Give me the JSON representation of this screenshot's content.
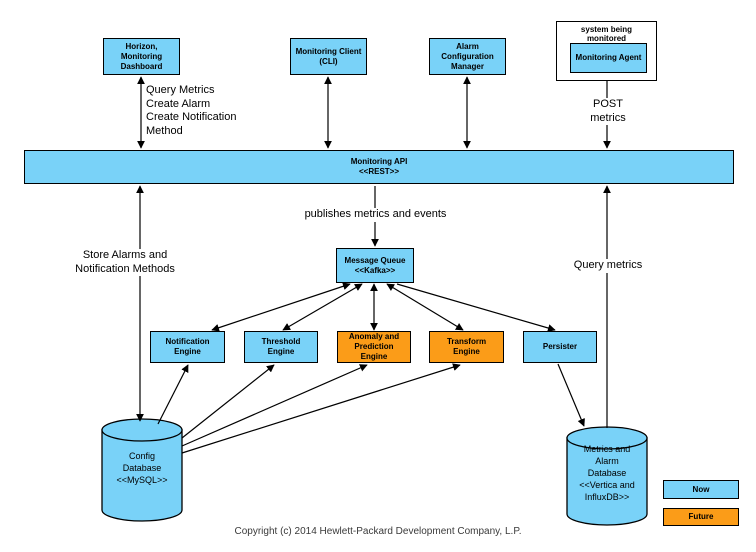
{
  "colors": {
    "blue": "#79D2F8",
    "orange": "#FB9C18",
    "line": "#000000"
  },
  "nodes": {
    "horizon": {
      "label": "Horizon,\nMonitoring\nDashboard"
    },
    "cli": {
      "label": "Monitoring Client\n(CLI)"
    },
    "alarm_config": {
      "label": "Alarm\nConfiguration\nManager"
    },
    "system": {
      "label": "system being\nmonitored"
    },
    "agent": {
      "label": "Monitoring Agent"
    },
    "api": {
      "label": "Monitoring API\n<<REST>>"
    },
    "queue": {
      "label": "Message Queue\n<<Kafka>>"
    },
    "notification": {
      "label": "Notification\nEngine"
    },
    "threshold": {
      "label": "Threshold\nEngine"
    },
    "anomaly": {
      "label": "Anomaly and\nPrediction\nEngine"
    },
    "transform": {
      "label": "Transform\nEngine"
    },
    "persister": {
      "label": "Persister"
    },
    "config_db": {
      "label": "Config\nDatabase\n<<MySQL>>"
    },
    "metrics_db": {
      "label": "Metrics and\nAlarm\nDatabase\n<<Vertica and\nInfluxDB>>"
    }
  },
  "labels": {
    "query_create": "Query Metrics\nCreate Alarm\nCreate Notification\nMethod",
    "post_metrics": "POST\nmetrics",
    "publishes": "publishes metrics and events",
    "store_alarms": "Store Alarms and\nNotification Methods",
    "query_metrics": "Query metrics"
  },
  "legend": {
    "now": "Now",
    "future": "Future"
  },
  "footer": "Copyright (c) 2014 Hewlett-Packard Development Company, L.P."
}
